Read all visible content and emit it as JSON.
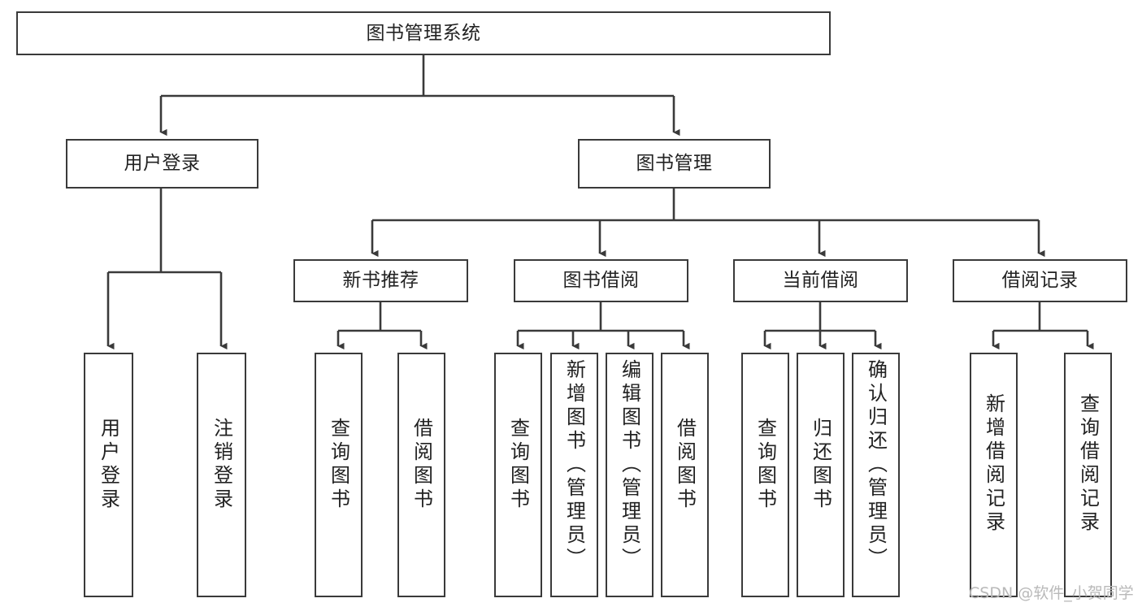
{
  "diagram": {
    "title": "图书管理系统",
    "type": "tree-hierarchy-chart",
    "watermark": "CSDN @软件_小贺同学",
    "colors": {
      "stroke": "#3a3a3a",
      "fill": "#ffffff",
      "text": "#222222",
      "watermark": "#b9b9b9"
    },
    "nodes": {
      "root": {
        "label": "图书管理系统"
      },
      "level1": [
        {
          "id": "user-login",
          "label": "用户登录"
        },
        {
          "id": "book-manage",
          "label": "图书管理"
        }
      ],
      "level2": [
        {
          "id": "new-book-recommend",
          "label": "新书推荐"
        },
        {
          "id": "book-borrow",
          "label": "图书借阅"
        },
        {
          "id": "current-borrow",
          "label": "当前借阅"
        },
        {
          "id": "borrow-record",
          "label": "借阅记录"
        }
      ],
      "leaves": {
        "user-login": [
          {
            "id": "leaf-user-login",
            "label": "用户登录"
          },
          {
            "id": "leaf-user-logout",
            "label": "注销登录"
          }
        ],
        "new-book-recommend": [
          {
            "id": "leaf-query-book-1",
            "label": "查询图书"
          },
          {
            "id": "leaf-borrow-book-1",
            "label": "借阅图书"
          }
        ],
        "book-borrow": [
          {
            "id": "leaf-query-book-2",
            "label": "查询图书"
          },
          {
            "id": "leaf-add-book",
            "label": "新增图书（管理员）"
          },
          {
            "id": "leaf-edit-book",
            "label": "编辑图书（管理员）"
          },
          {
            "id": "leaf-borrow-book-2",
            "label": "借阅图书"
          }
        ],
        "current-borrow": [
          {
            "id": "leaf-query-book-3",
            "label": "查询图书"
          },
          {
            "id": "leaf-return-book",
            "label": "归还图书"
          },
          {
            "id": "leaf-confirm-return",
            "label": "确认归还（管理员）"
          }
        ],
        "borrow-record": [
          {
            "id": "leaf-add-record",
            "label": "新增借阅记录"
          },
          {
            "id": "leaf-query-record",
            "label": "查询借阅记录"
          }
        ]
      }
    }
  }
}
